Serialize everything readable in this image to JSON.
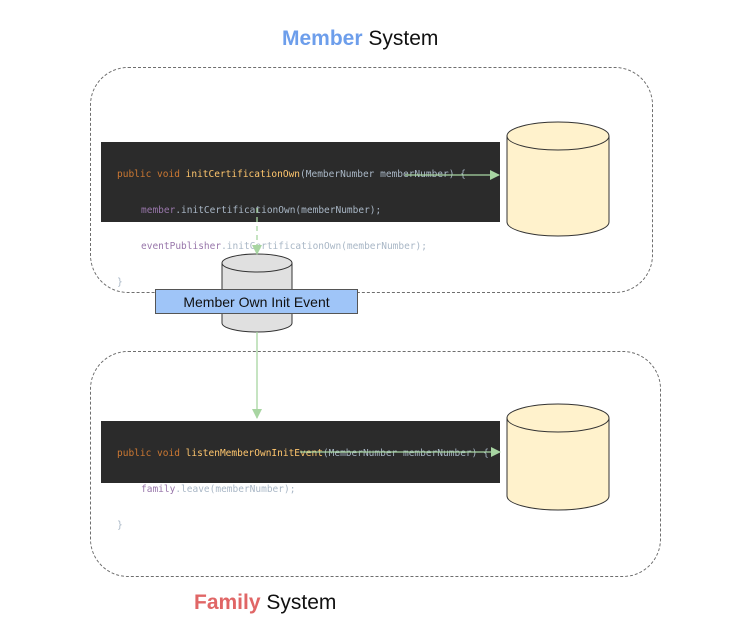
{
  "titles": {
    "member": {
      "highlight": "Member",
      "rest": "System",
      "color": "#6d9eeb"
    },
    "family": {
      "highlight": "Family",
      "rest": "System",
      "color": "#e06666"
    }
  },
  "member_code": {
    "line1": {
      "kw": "public void ",
      "fn": "initCertificationOwn",
      "rest": "(MemberNumber memberNumber) {"
    },
    "line2": {
      "fld": "member",
      "rest": ".initCertificationOwn(memberNumber);"
    },
    "line3": {
      "fld": "eventPublisher",
      "rest": ".initCertificationOwn(memberNumber);"
    },
    "line4": "}"
  },
  "family_code": {
    "line1": {
      "kw": "public void ",
      "fn": "listenMemberOwnInitEvent",
      "rest": "(MemberNumber memberNumber) {"
    },
    "line2": {
      "fld": "family",
      "rest": ".leave(memberNumber);"
    },
    "line3": "}"
  },
  "event": {
    "label": "Member Own Init Event"
  },
  "colors": {
    "database_fill": "#fff2cc",
    "queue_fill": "#e0e0e0",
    "arrow": "#a8d5a2",
    "code_bg": "#2b2b2b"
  }
}
